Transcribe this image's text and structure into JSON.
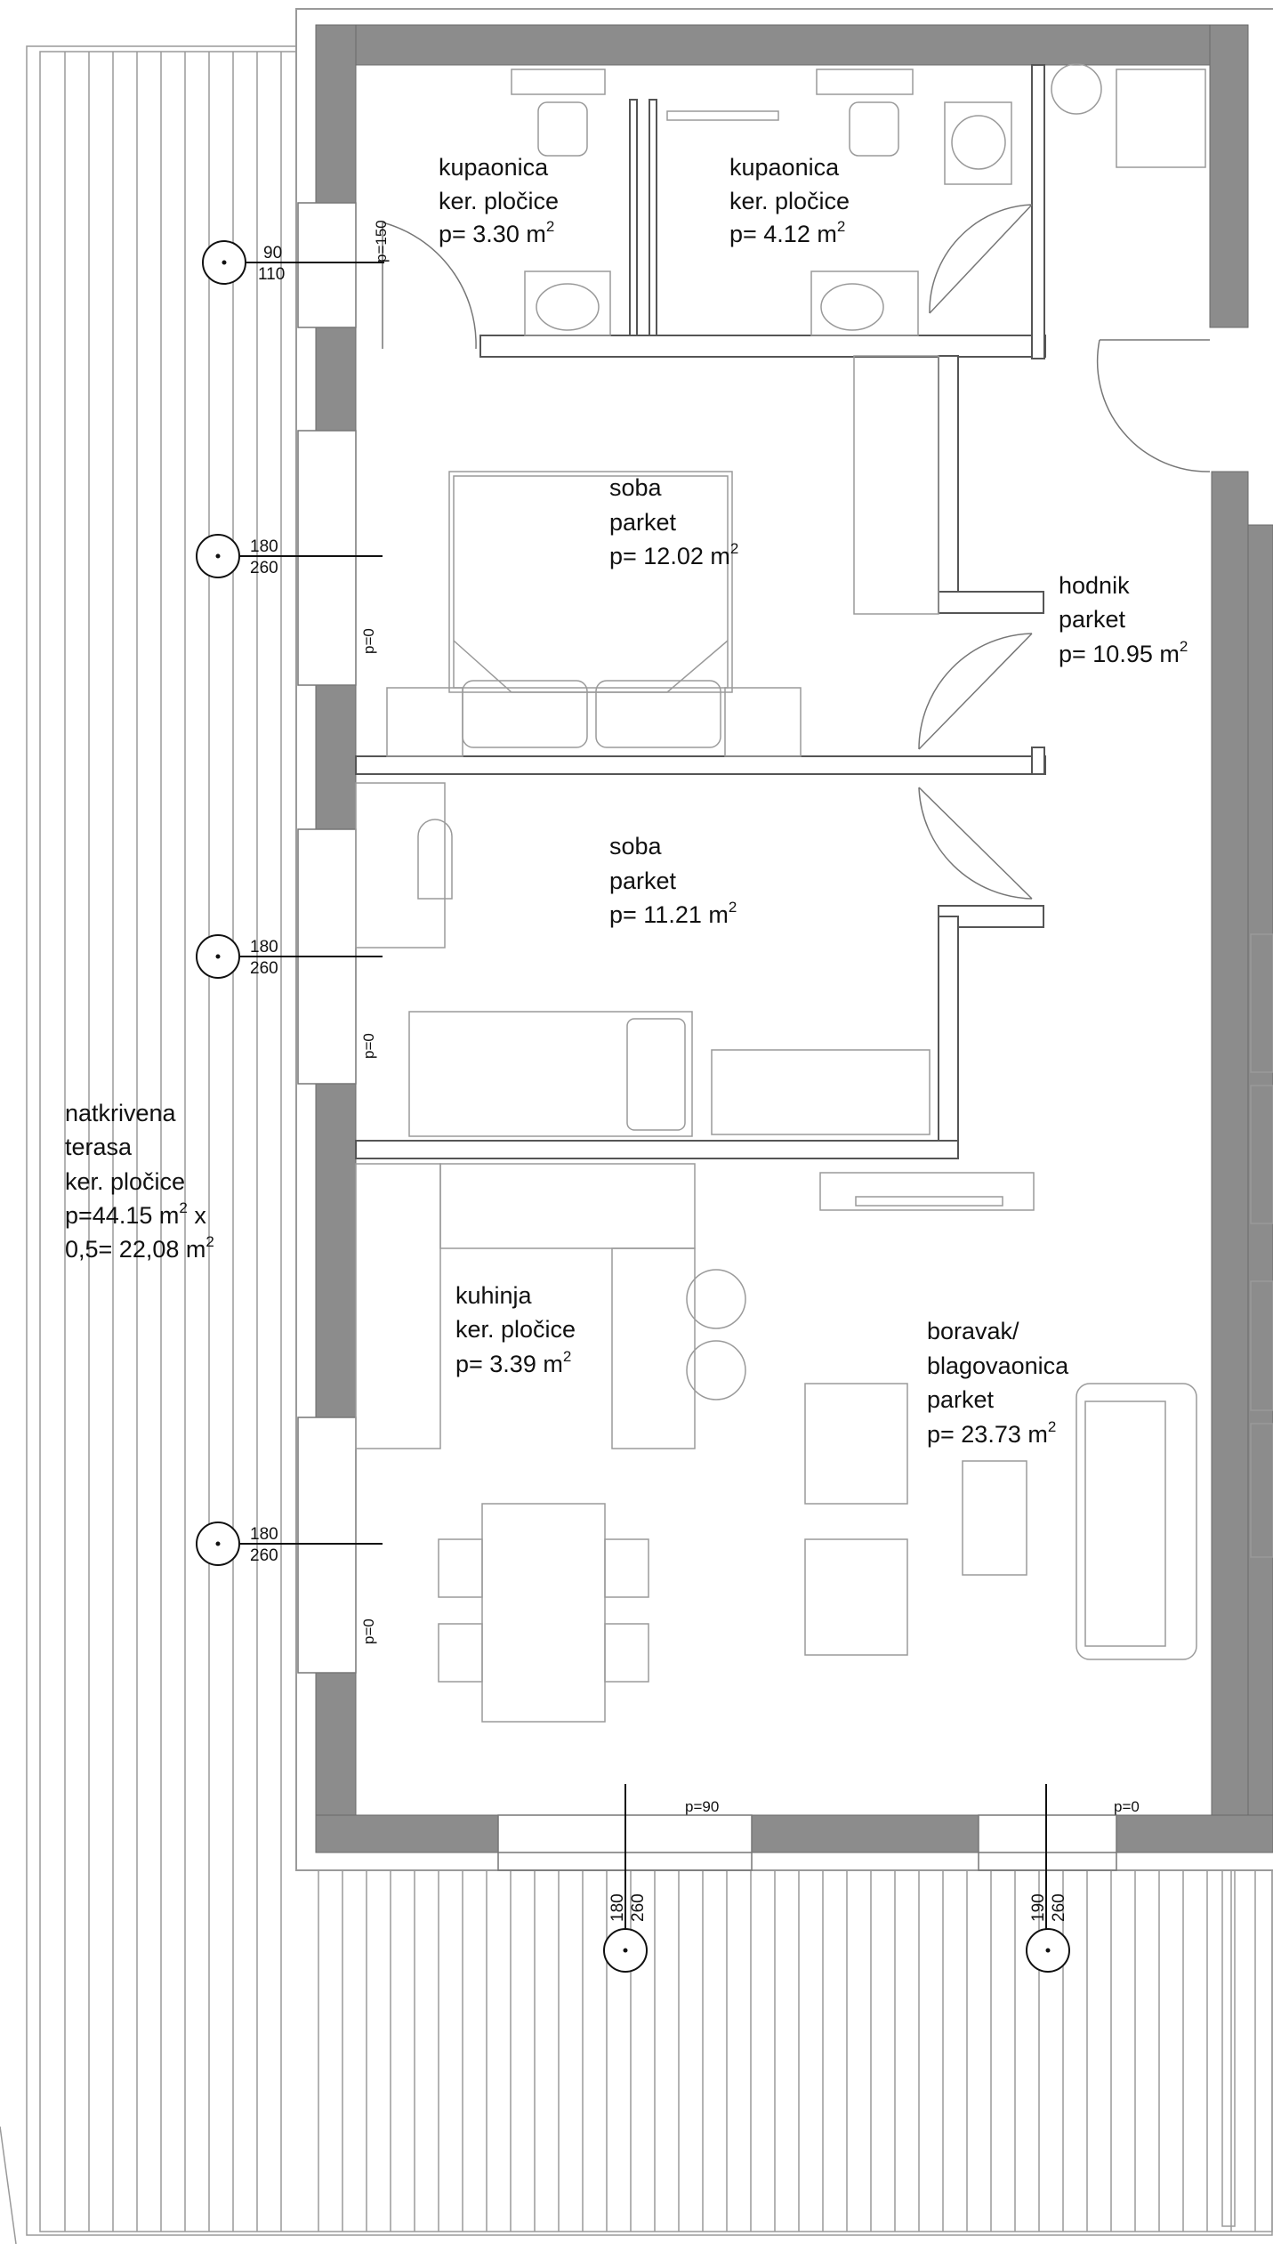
{
  "colors": {
    "wall": "#8c8c8c",
    "line": "#555555",
    "thin": "#9a9a9a",
    "text": "#111111",
    "background": "#ffffff"
  },
  "rooms": {
    "kupaonica1": {
      "name": "kupaonica",
      "floor": "ker. pločice",
      "area": "p= 3.30 m",
      "sup": "2"
    },
    "kupaonica2": {
      "name": "kupaonica",
      "floor": "ker. pločice",
      "area": "p= 4.12 m",
      "sup": "2"
    },
    "soba1": {
      "name": "soba",
      "floor": "parket",
      "area": "p= 12.02 m",
      "sup": "2"
    },
    "hodnik": {
      "name": "hodnik",
      "floor": "parket",
      "area": "p= 10.95 m",
      "sup": "2"
    },
    "soba2": {
      "name": "soba",
      "floor": "parket",
      "area": "p= 11.21 m",
      "sup": "2"
    },
    "terasa": {
      "line1": "natkrivena",
      "line2": "terasa",
      "line3": "ker. pločice",
      "line4": "p=44.15 m",
      "line4_sup": "2",
      "line4_tail": " x",
      "line5": "0,5= 22,08 m",
      "line5_sup": "2"
    },
    "kuhinja": {
      "name": "kuhinja",
      "floor": "ker. pločice",
      "area": "p= 3.39 m",
      "sup": "2"
    },
    "boravak": {
      "name": "boravak/",
      "name2": "blagovaonica",
      "floor": "parket",
      "area": "p= 23.73 m",
      "sup": "2"
    }
  },
  "windows": {
    "w1": {
      "top": "90",
      "bottom": "110"
    },
    "w2": {
      "top": "180",
      "bottom": "260"
    },
    "w3": {
      "top": "180",
      "bottom": "260"
    },
    "w4": {
      "top": "180",
      "bottom": "260"
    },
    "w5": {
      "top": "180",
      "bottom": "260"
    },
    "w6": {
      "top": "190",
      "bottom": "260"
    }
  },
  "sills": {
    "s1": "p=150",
    "s2": "p=0",
    "s3": "p=0",
    "s4": "p=0",
    "s5": "p=90",
    "s6": "p=0"
  }
}
